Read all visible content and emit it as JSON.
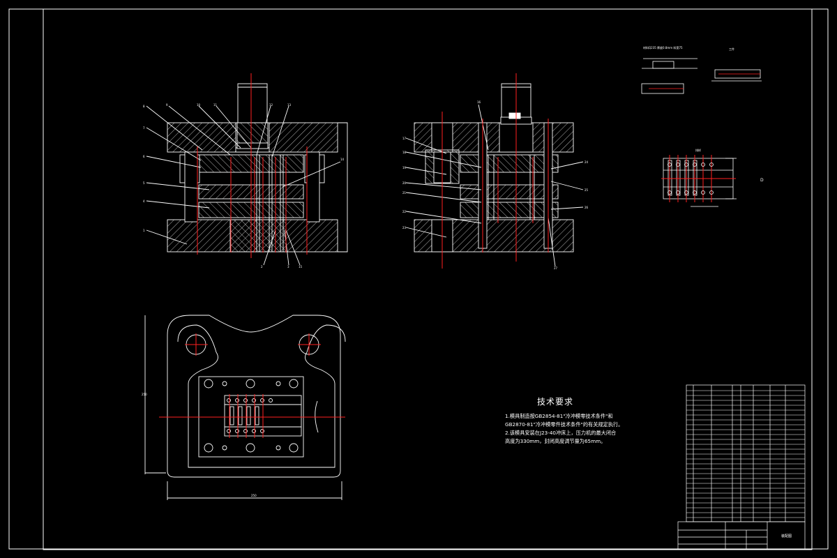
{
  "tech_requirements": {
    "title": "技术要求",
    "lines": [
      "1.模具制造按GB2854-81\"冷冲模零技术条件\"和",
      "GB2870-81\"冷冲模零件技术条件\"的有关规定执行。",
      "2.该模具安装在J23-40冲床上，压力机的最大闭合",
      "高度为330mm，封闭高度调节量为65mm。"
    ]
  },
  "top_right": {
    "label_1": "材料Q235 厚度0.8mm 料宽75",
    "label_2": "工件",
    "label_3": "排样"
  },
  "title_block": {
    "drawing_name": "装配图"
  }
}
